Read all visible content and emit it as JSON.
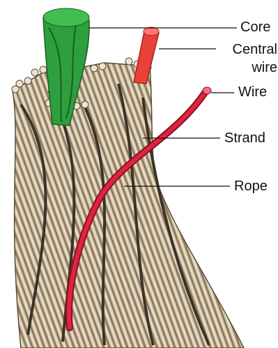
{
  "labels": {
    "core": "Core",
    "central_wire": "Central wire",
    "wire": "Wire",
    "strand": "Strand",
    "rope": "Rope"
  },
  "colors": {
    "core": "#2e9e3e",
    "central_wire": "#e8413a",
    "wire": "#d81f3c",
    "strand": "#c9b79a",
    "strand_shadow": "#6b5a44",
    "leader": "#111111"
  }
}
